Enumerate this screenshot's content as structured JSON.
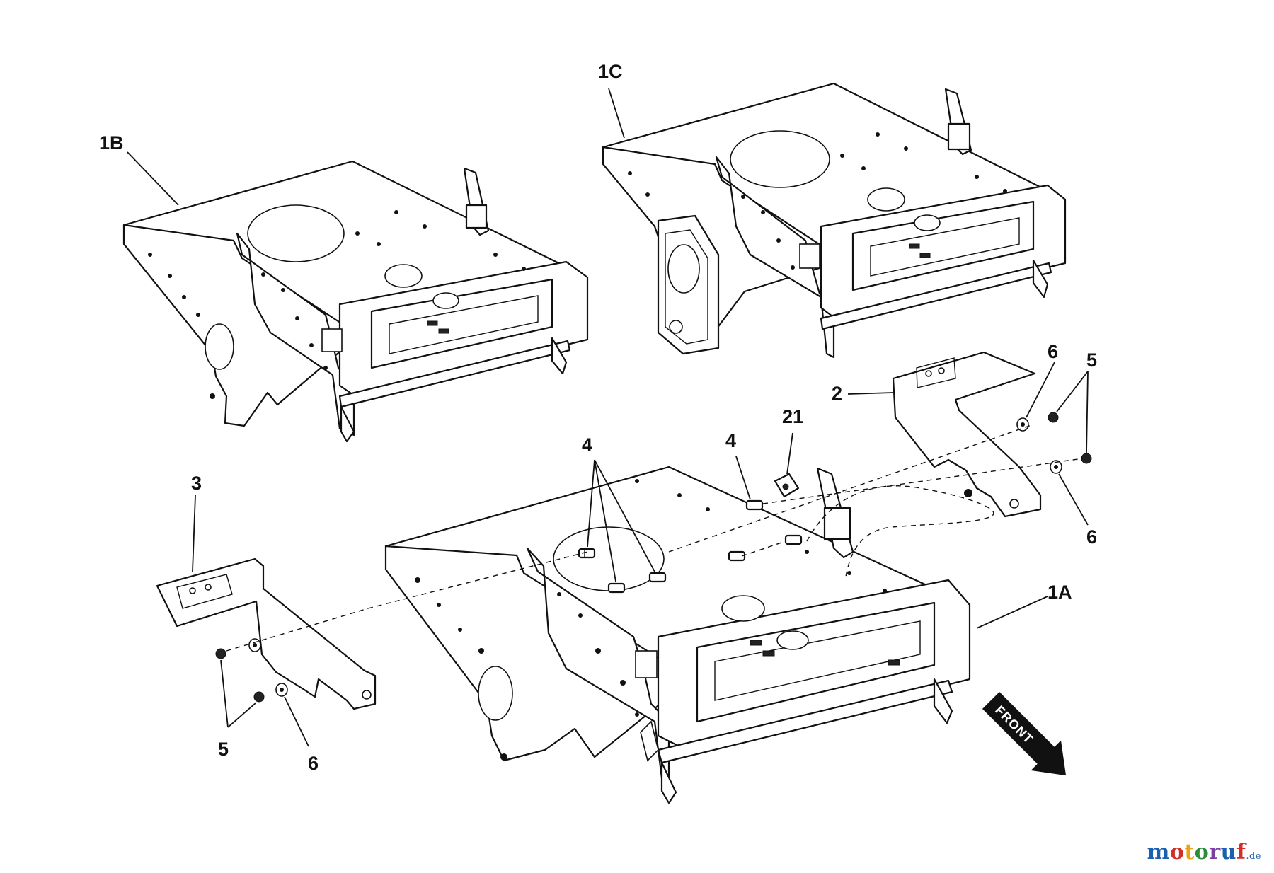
{
  "callouts": {
    "1A": "1A",
    "1B": "1B",
    "1C": "1C",
    "2": "2",
    "3": "3",
    "4a": "4",
    "4b": "4",
    "5a": "5",
    "5b": "5",
    "6a": "6",
    "6b": "6",
    "6c": "6",
    "21": "21"
  },
  "front_arrow_label": "FRONT",
  "watermark": {
    "text": "motoruf",
    "suffix": ".de",
    "colors": [
      "#1b5fb0",
      "#d03028",
      "#e8a317",
      "#2e8b3a",
      "#7a3fa0",
      "#1b5fb0",
      "#d03028"
    ]
  }
}
